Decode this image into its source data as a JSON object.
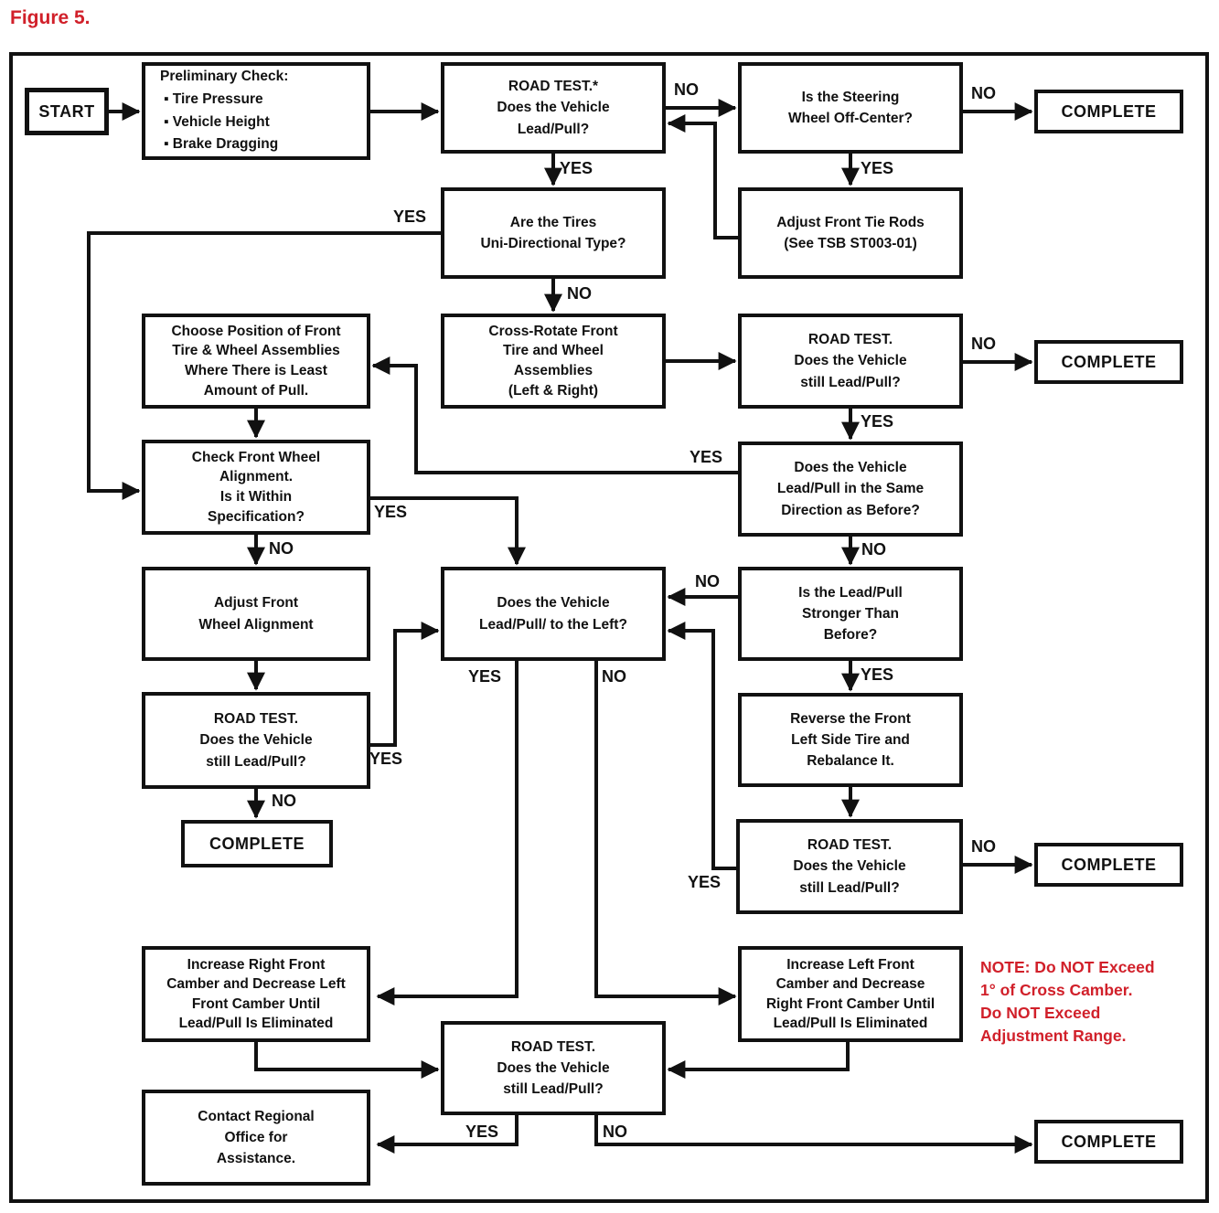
{
  "figure_title": "Figure 5.",
  "colors": {
    "accent_red": "#d1202a",
    "line_black": "#111111"
  },
  "labels": {
    "yes": "YES",
    "no": "NO"
  },
  "note": {
    "line1": "NOTE: Do NOT Exceed",
    "line2": "1° of Cross Camber.",
    "line3": "Do NOT Exceed",
    "line4": "Adjustment Range."
  },
  "nodes": {
    "start": {
      "label": "START"
    },
    "prelim": {
      "line1": "Preliminary Check:",
      "line2": "▪ Tire Pressure",
      "line3": "▪ Vehicle Height",
      "line4": "▪ Brake Dragging"
    },
    "roadtest1": {
      "line1": "ROAD TEST.*",
      "line2": "Does the Vehicle",
      "line3": "Lead/Pull?"
    },
    "steering": {
      "line1": "Is the Steering",
      "line2": "Wheel Off-Center?"
    },
    "complete": {
      "label": "COMPLETE"
    },
    "tierods": {
      "line1": "Adjust Front Tie Rods",
      "line2": "(See TSB ST003-01)"
    },
    "tires": {
      "line1": "Are the Tires",
      "line2": "Uni-Directional Type?"
    },
    "crossrotate": {
      "line1": "Cross-Rotate Front",
      "line2": "Tire and Wheel",
      "line3": "Assemblies",
      "line4": "(Left & Right)"
    },
    "choose": {
      "line1": "Choose Position of Front",
      "line2": "Tire & Wheel Assemblies",
      "line3": "Where There is Least",
      "line4": "Amount of Pull."
    },
    "roadtest_still": {
      "line1": "ROAD TEST.",
      "line2": "Does the Vehicle",
      "line3": "still Lead/Pull?"
    },
    "samedir": {
      "line1": "Does the Vehicle",
      "line2": "Lead/Pull in the Same",
      "line3": "Direction as Before?"
    },
    "checkalign": {
      "line1": "Check Front Wheel",
      "line2": "Alignment.",
      "line3": "Is it Within",
      "line4": "Specification?"
    },
    "leadleft": {
      "line1": "Does the Vehicle",
      "line2": "Lead/Pull/ to the Left?"
    },
    "stronger": {
      "line1": "Is the Lead/Pull",
      "line2": "Stronger Than",
      "line3": "Before?"
    },
    "adjustfwa": {
      "line1": "Adjust Front",
      "line2": "Wheel Alignment"
    },
    "reverse": {
      "line1": "Reverse the Front",
      "line2": "Left Side Tire and",
      "line3": "Rebalance It."
    },
    "incright": {
      "line1": "Increase Right Front",
      "line2": "Camber and Decrease Left",
      "line3": "Front Camber Until",
      "line4": "Lead/Pull Is Eliminated"
    },
    "incleft": {
      "line1": "Increase Left Front",
      "line2": "Camber and Decrease",
      "line3": "Right Front Camber Until",
      "line4": "Lead/Pull Is Eliminated"
    },
    "contact": {
      "line1": "Contact Regional",
      "line2": "Office for",
      "line3": "Assistance."
    }
  }
}
